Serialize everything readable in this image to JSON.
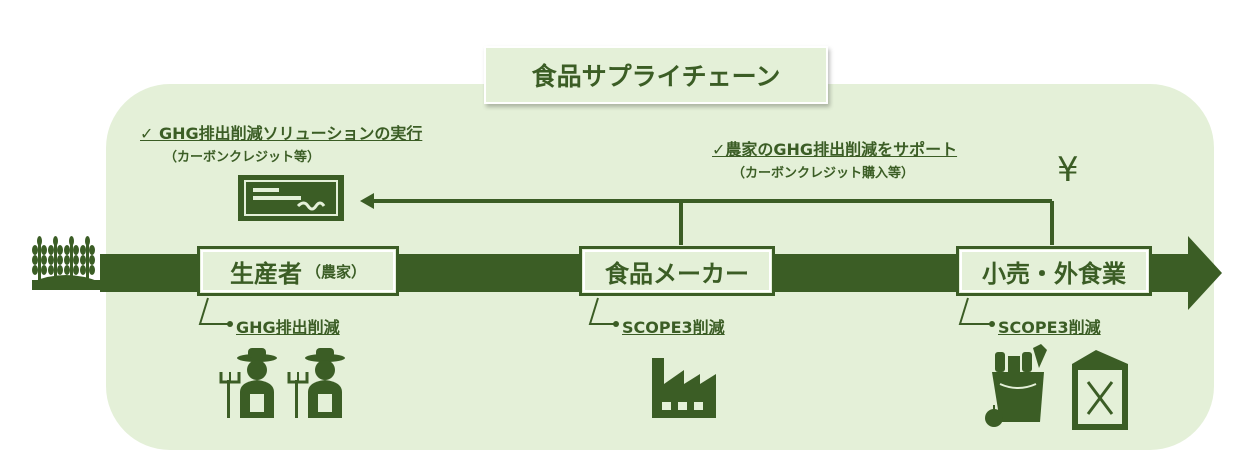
{
  "title": "食品サプライチェーン",
  "stages": {
    "producer": {
      "label": "生産者",
      "sub": "（農家）"
    },
    "manufacturer": {
      "label": "食品メーカー"
    },
    "retail": {
      "label": "小売・外食業"
    }
  },
  "notes": {
    "ghg_solution": "✓ GHG排出削減ソリューションの実行",
    "ghg_solution_sub": "（カーボンクレジット等）",
    "support": "✓農家のGHG排出削減をサポート",
    "support_sub": "（カーボンクレジット購入等）",
    "producer_ghg": "GHG排出削減",
    "manufacturer_scope3": "SCOPE3削減",
    "retail_scope3": "SCOPE3削減"
  },
  "currency_symbol": "¥",
  "icons": [
    "wheat-icon",
    "certificate-icon",
    "farmer-icon",
    "factory-icon",
    "grocery-bag-icon",
    "menu-icon"
  ],
  "colors": {
    "dark_green": "#3b5d25",
    "light_green": "#e4f0d8"
  }
}
